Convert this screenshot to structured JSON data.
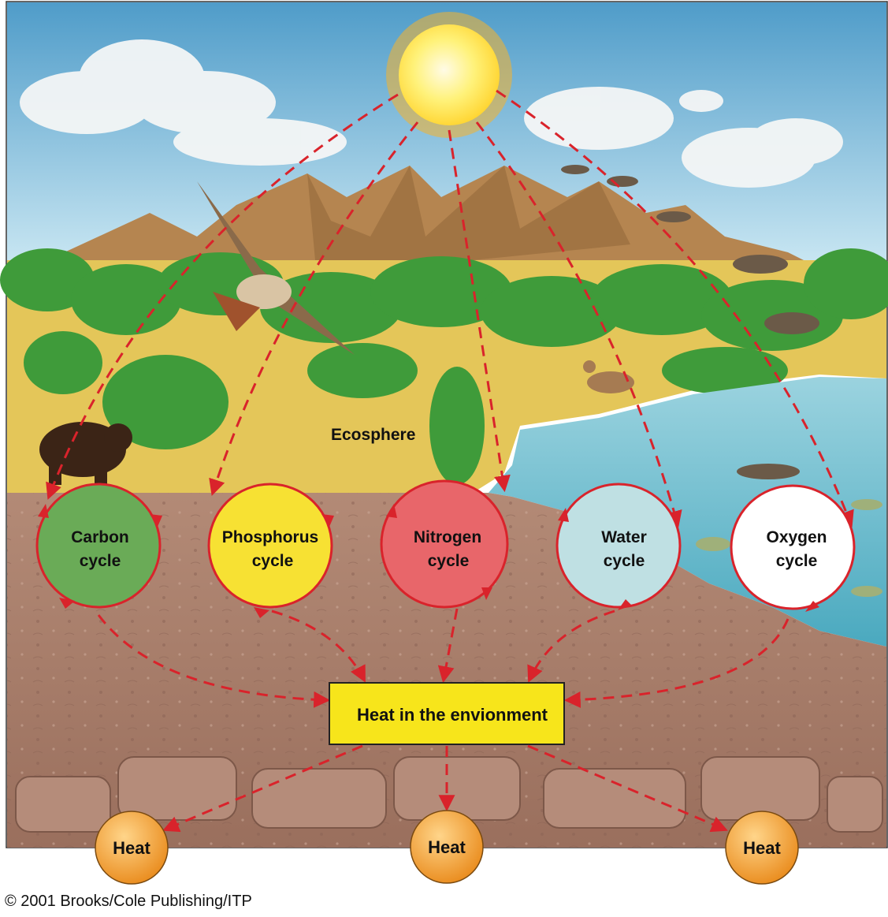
{
  "ecosphere_label": "Ecosphere",
  "cycles": [
    {
      "line1": "Carbon",
      "line2": "cycle",
      "color": "#6aab57"
    },
    {
      "line1": "Phosphorus",
      "line2": "cycle",
      "color": "#f7e133"
    },
    {
      "line1": "Nitrogen",
      "line2": "cycle",
      "color": "#e8666a"
    },
    {
      "line1": "Water",
      "line2": "cycle",
      "color": "#bfe0e3"
    },
    {
      "line1": "Oxygen",
      "line2": "cycle",
      "color": "#ffffff"
    }
  ],
  "center_box": {
    "label": "Heat in the envionment",
    "color": "#f7e51b"
  },
  "heat_nodes": [
    {
      "label": "Heat"
    },
    {
      "label": "Heat"
    },
    {
      "label": "Heat"
    }
  ],
  "copyright": "© 2001 Brooks/Cole Publishing/ITP",
  "colors": {
    "arrow": "#d9232b",
    "sky_top": "#4f9cc9",
    "sky_bottom": "#c8e6f2",
    "sun": "#ffe24a",
    "mountain": "#b58550",
    "grass": "#e4c659",
    "trees": "#3f9b3a",
    "water": "#7fc3d6",
    "soil": "#a87f6c",
    "heat": "#f2a234"
  }
}
